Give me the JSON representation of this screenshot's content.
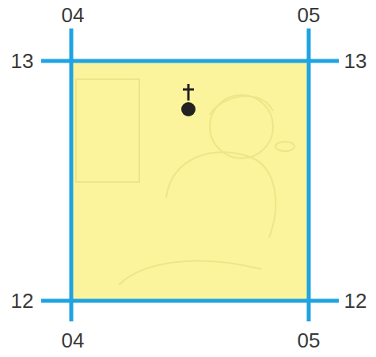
{
  "diagram": {
    "labels": [
      "04",
      "05",
      "13",
      "13",
      "12",
      "12",
      "04",
      "05"
    ]
  }
}
